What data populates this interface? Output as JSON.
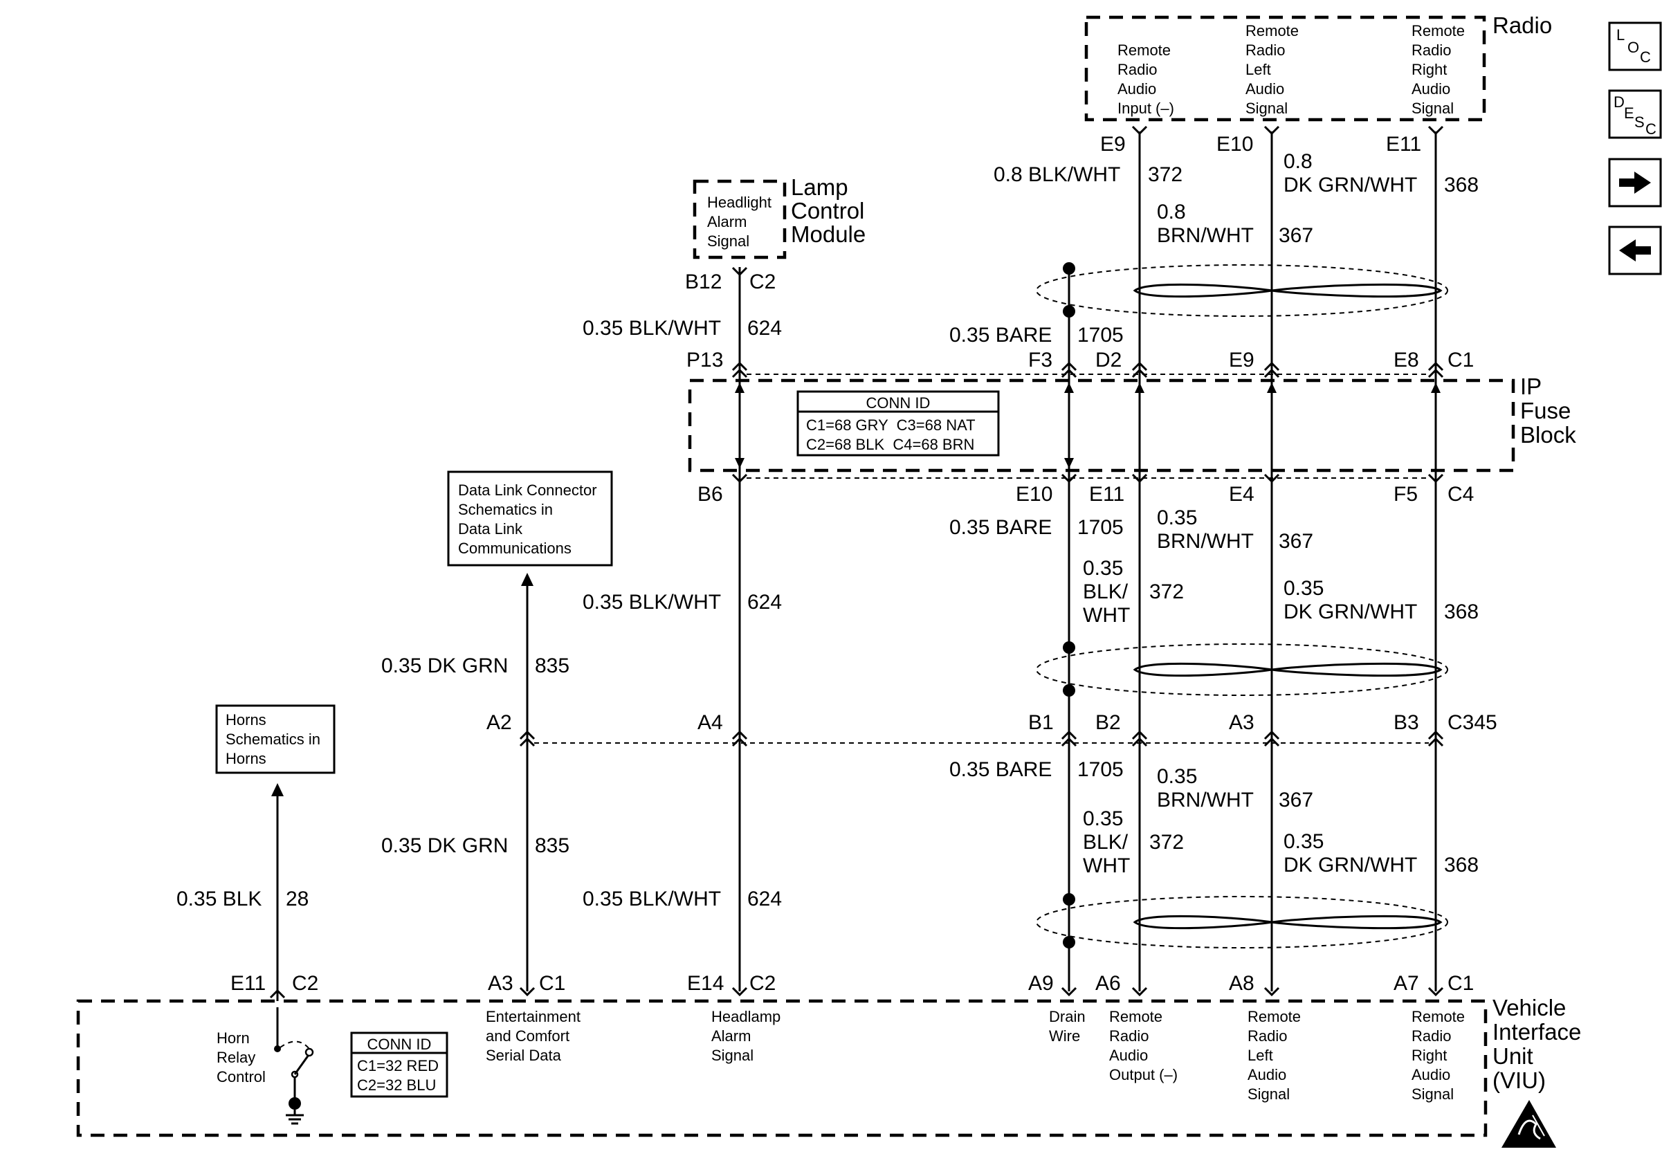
{
  "radio": {
    "title": "Radio",
    "terminals": [
      {
        "lines": [
          "Remote",
          "Radio",
          "Audio",
          "Input (–)"
        ]
      },
      {
        "lines": [
          "Remote",
          "Radio",
          "Left",
          "Audio",
          "Signal"
        ]
      },
      {
        "lines": [
          "Remote",
          "Radio",
          "Right",
          "Audio",
          "Signal"
        ]
      }
    ],
    "pins": [
      "E9",
      "E10",
      "E11"
    ]
  },
  "lamp_module": {
    "title_lines": [
      "Lamp",
      "Control",
      "Module"
    ],
    "terminal_lines": [
      "Headlight",
      "Alarm",
      "Signal"
    ],
    "pin": "B12",
    "connector": "C2"
  },
  "ip_fuse_block": {
    "title_lines": [
      "IP",
      "Fuse",
      "Block"
    ],
    "conn_id": {
      "title": "CONN ID",
      "rows": [
        "C1=68 GRY  C3=68 NAT",
        "C2=68 BLK  C4=68 BRN"
      ]
    },
    "top_pins": [
      "P13",
      "F3",
      "D2",
      "E9",
      "E8"
    ],
    "top_connector": "C1",
    "bottom_pins": [
      "B6",
      "E10",
      "E11",
      "E4",
      "F5"
    ],
    "bottom_connector": "C4"
  },
  "c345": {
    "pins": [
      "A2",
      "A4",
      "B1",
      "B2",
      "A3",
      "B3"
    ],
    "connector": "C345"
  },
  "viu": {
    "title_lines": [
      "Vehicle",
      "Interface",
      "Unit",
      "(VIU)"
    ],
    "conn_id": {
      "title": "CONN ID",
      "rows": [
        "C1=32 RED",
        "C2=32 BLU"
      ]
    },
    "pins": [
      {
        "pin": "E11",
        "connector": "C2"
      },
      {
        "pin": "A3",
        "connector": "C1"
      },
      {
        "pin": "E14",
        "connector": "C2"
      },
      {
        "pin": "A9",
        "connector": ""
      },
      {
        "pin": "A6",
        "connector": ""
      },
      {
        "pin": "A8",
        "connector": ""
      },
      {
        "pin": "A7",
        "connector": "C1"
      }
    ],
    "terminals": [
      {
        "lines": [
          "Horn",
          "Relay",
          "Control"
        ]
      },
      {
        "lines": [
          "Entertainment",
          "and Comfort",
          "Serial Data"
        ]
      },
      {
        "lines": [
          "Headlamp",
          "Alarm",
          "Signal"
        ]
      },
      {
        "lines": [
          "Drain",
          "Wire"
        ]
      },
      {
        "lines": [
          "Remote",
          "Radio",
          "Audio",
          "Output (–)"
        ]
      },
      {
        "lines": [
          "Remote",
          "Radio",
          "Left",
          "Audio",
          "Signal"
        ]
      },
      {
        "lines": [
          "Remote",
          "Radio",
          "Right",
          "Audio",
          "Signal"
        ]
      }
    ]
  },
  "refs": {
    "data_link": [
      "Data Link Connector",
      "Schematics in",
      "Data Link",
      "Communications"
    ],
    "horns": [
      "Horns",
      "Schematics in",
      "Horns"
    ]
  },
  "wires": {
    "top": {
      "w372": {
        "gauge_color": "0.8 BLK/WHT",
        "circuit": "372"
      },
      "w367": {
        "gauge": "0.8",
        "color": "BRN/WHT",
        "circuit": "367"
      },
      "w368": {
        "gauge": "0.8",
        "color": "DK GRN/WHT",
        "circuit": "368"
      },
      "w624": {
        "gauge_color": "0.35 BLK/WHT",
        "circuit": "624"
      },
      "w1705": {
        "gauge_color": "0.35 BARE",
        "circuit": "1705"
      }
    },
    "middle": {
      "w1705": {
        "gauge_color": "0.35 BARE",
        "circuit": "1705"
      },
      "w367": {
        "gauge": "0.35",
        "color": "BRN/WHT",
        "circuit": "367"
      },
      "w372": {
        "gauge": "0.35",
        "color_lines": [
          "BLK/",
          "WHT"
        ],
        "circuit": "372"
      },
      "w368": {
        "gauge": "0.35",
        "color": "DK GRN/WHT",
        "circuit": "368"
      },
      "w624": {
        "gauge_color": "0.35 BLK/WHT",
        "circuit": "624"
      },
      "w835": {
        "gauge_color": "0.35 DK GRN",
        "circuit": "835"
      }
    },
    "bottom": {
      "w1705": {
        "gauge_color": "0.35 BARE",
        "circuit": "1705"
      },
      "w367": {
        "gauge": "0.35",
        "color": "BRN/WHT",
        "circuit": "367"
      },
      "w372": {
        "gauge": "0.35",
        "color_lines": [
          "BLK/",
          "WHT"
        ],
        "circuit": "372"
      },
      "w368": {
        "gauge": "0.35",
        "color": "DK GRN/WHT",
        "circuit": "368"
      },
      "w835": {
        "gauge_color": "0.35 DK GRN",
        "circuit": "835"
      },
      "w624": {
        "gauge_color": "0.35 BLK/WHT",
        "circuit": "624"
      },
      "w28": {
        "gauge_color": "0.35 BLK",
        "circuit": "28"
      }
    }
  },
  "nav": [
    {
      "name": "loc-button",
      "main": "L",
      "sub": "O",
      "sub2": "C"
    },
    {
      "name": "desc-button",
      "main": "D",
      "sub": "E",
      "sub2": "S",
      "sub3": "C"
    },
    {
      "name": "next-button",
      "icon": "arrow-right-icon"
    },
    {
      "name": "prev-button",
      "icon": "arrow-left-icon"
    }
  ]
}
